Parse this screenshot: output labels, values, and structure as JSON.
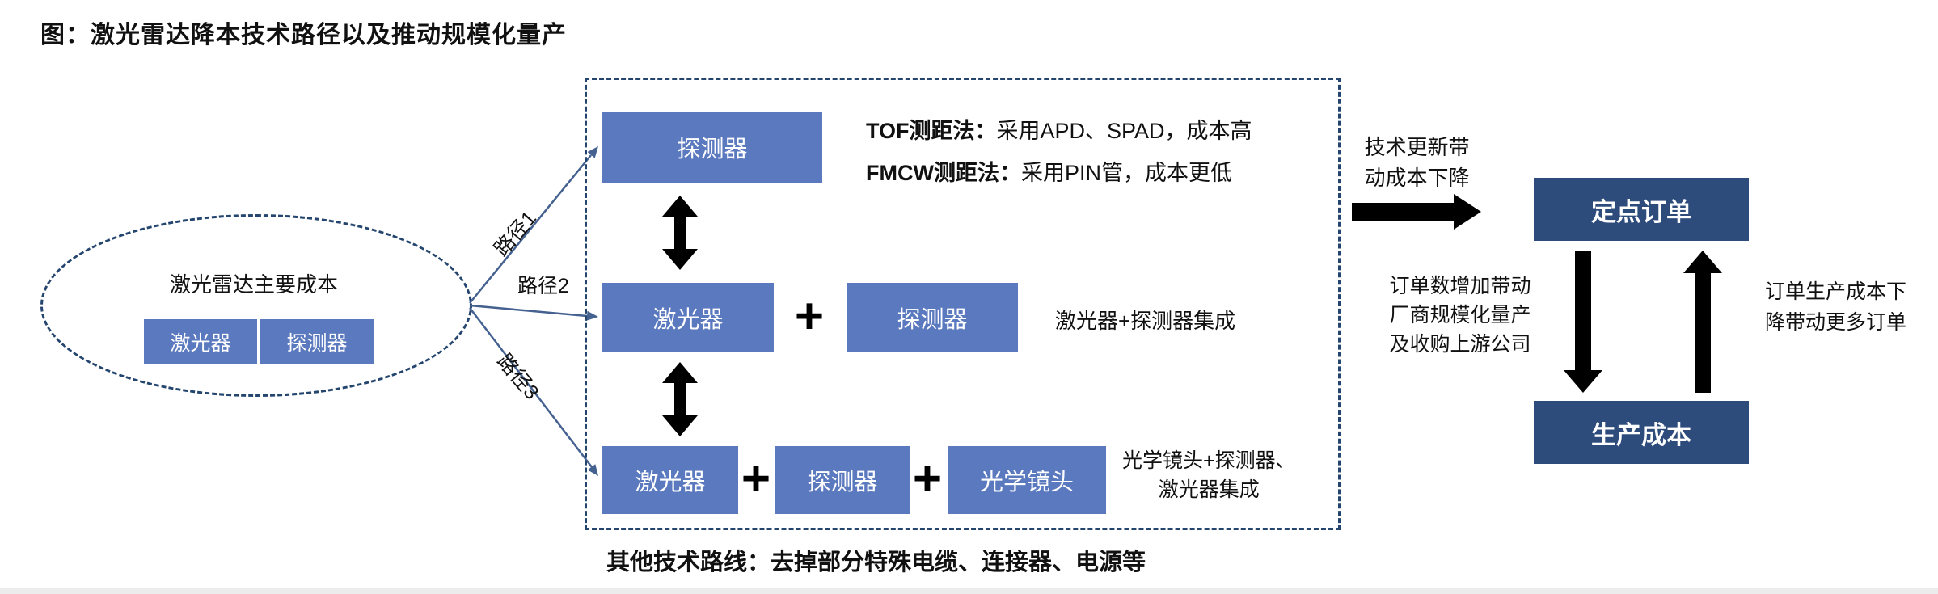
{
  "title": "图：激光雷达降本技术路径以及推动规模化量产",
  "ellipse": {
    "label": "激光雷达主要成本",
    "box1": "激光器",
    "box2": "探测器"
  },
  "paths": {
    "p1": "路径1",
    "p2": "路径2",
    "p3": "路径3"
  },
  "panel": {
    "row1": {
      "box": "探测器",
      "note1_bold": "TOF测距法：",
      "note1_text": "采用APD、SPAD，成本高",
      "note2_bold": "FMCW测距法：",
      "note2_text": "采用PIN管，成本更低"
    },
    "row2": {
      "box1": "激光器",
      "plus": "+",
      "box2": "探测器",
      "note": "激光器+探测器集成"
    },
    "row3": {
      "box1": "激光器",
      "plus1": "+",
      "box2": "探测器",
      "plus2": "+",
      "box3": "光学镜头",
      "note_line1": "光学镜头+探测器、",
      "note_line2": "激光器集成"
    },
    "footnote_bold": "其他技术路线：",
    "footnote_text": "去掉部分特殊电缆、连接器、电源等"
  },
  "cycle": {
    "arrow_note_line1": "技术更新带",
    "arrow_note_line2": "动成本下降",
    "top_box": "定点订单",
    "bottom_box": "生产成本",
    "left_note_line1": "订单数增加带动",
    "left_note_line2": "厂商规模化量产",
    "left_note_line3": "及收购上游公司",
    "right_note_line1": "订单生产成本下",
    "right_note_line2": "降带动更多订单"
  },
  "colors": {
    "box_blue": "#5B79BE",
    "box_dark": "#2D4B7B",
    "dash_navy": "#24456E",
    "arrow_line": "#44618F",
    "arrow_black": "#000000"
  }
}
